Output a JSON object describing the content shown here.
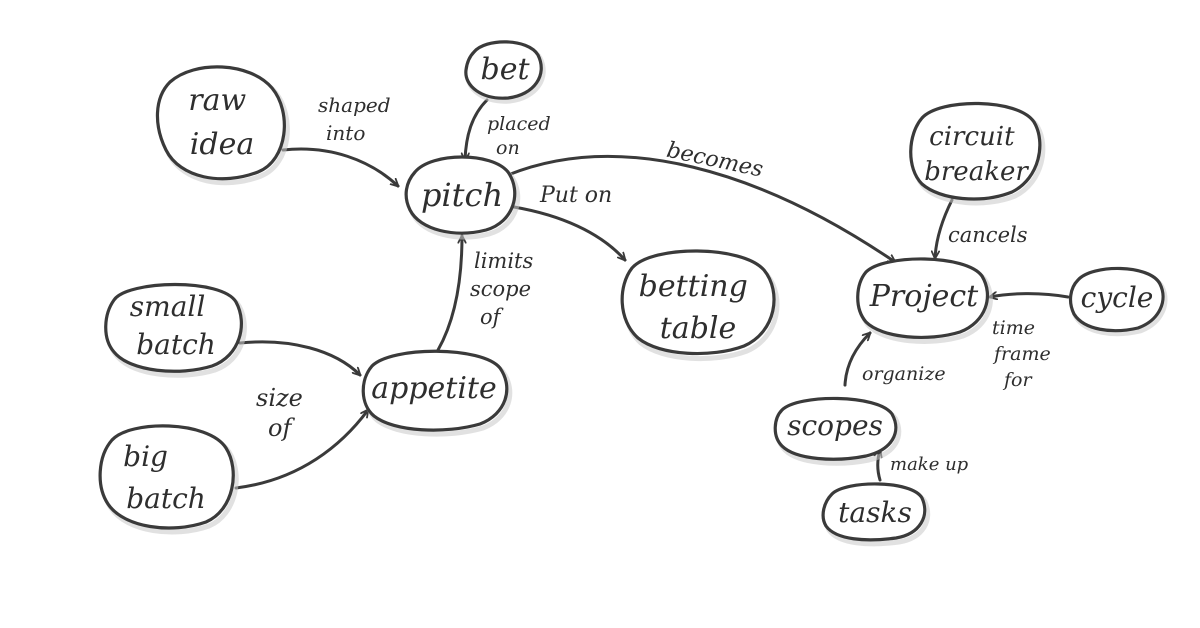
{
  "diagram": {
    "nodes": {
      "raw_idea": [
        "raw",
        "idea"
      ],
      "bet": [
        "bet"
      ],
      "pitch": [
        "pitch"
      ],
      "betting_table": [
        "betting",
        "table"
      ],
      "small_batch": [
        "small",
        "batch"
      ],
      "big_batch": [
        "big",
        "batch"
      ],
      "appetite": [
        "appetite"
      ],
      "circuit_breaker": [
        "circuit",
        "breaker"
      ],
      "project": [
        "Project"
      ],
      "cycle": [
        "cycle"
      ],
      "scopes": [
        "scopes"
      ],
      "tasks": [
        "tasks"
      ]
    },
    "edges": {
      "shaped_into": [
        "shaped",
        "into"
      ],
      "placed_on": [
        "placed",
        "on"
      ],
      "put_on": [
        "Put on"
      ],
      "becomes": [
        "becomes"
      ],
      "limits_scope_of": [
        "limits",
        "scope",
        "of"
      ],
      "size_of": [
        "size",
        "of"
      ],
      "cancels": [
        "cancels"
      ],
      "time_frame_for": [
        "time",
        "frame",
        "for"
      ],
      "organize": [
        "organize"
      ],
      "make_up": [
        "make up"
      ]
    },
    "ink_color": "#3a3a3a"
  }
}
